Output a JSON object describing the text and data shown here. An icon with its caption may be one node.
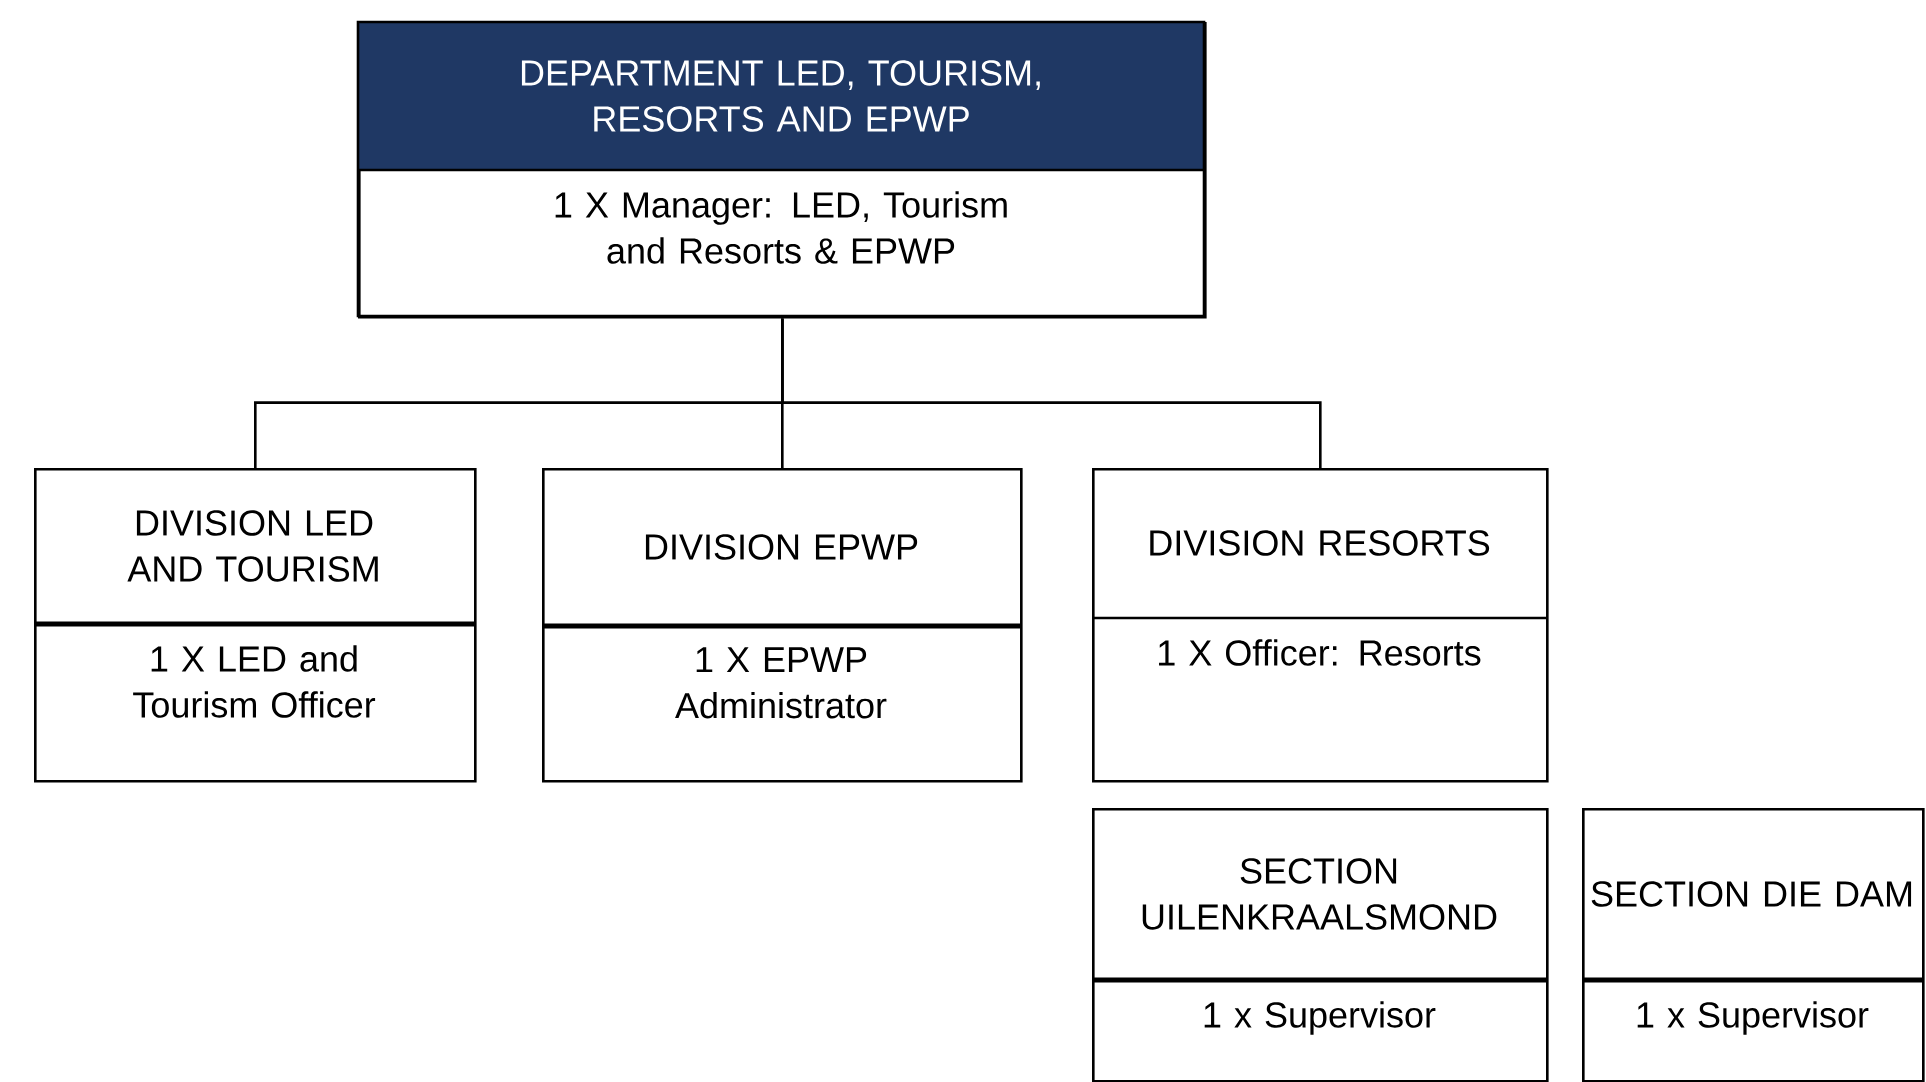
{
  "diagram": {
    "nodes": [
      {
        "text": [
          "DEPARTMENT LED, TOURISM, RESORTS AND EPWP",
          "1 X Manager: LED, Tourism and Resorts & EPWP"
        ]
      },
      {
        "text": [
          "DIVISION LED AND TOURISM",
          "1 X LED and Tourism Officer"
        ]
      },
      {
        "text": [
          "DIVISION EPWP",
          "1 X EPWP Administrator"
        ]
      },
      {
        "text": [
          "DIVISION RESORTS",
          "1 X Officer: Resorts"
        ]
      },
      {
        "text": [
          "SECTION UILENKRAALSMOND",
          "1 x Supervisor"
        ]
      },
      {
        "text": [
          "SECTION DIE DAM",
          "1 x Supervisor"
        ]
      }
    ],
    "edges": [
      {
        "from": 0,
        "to": 1,
        "arrow": "none"
      },
      {
        "from": 0,
        "to": 2,
        "arrow": "none"
      },
      {
        "from": 0,
        "to": 3,
        "arrow": "none"
      }
    ]
  }
}
